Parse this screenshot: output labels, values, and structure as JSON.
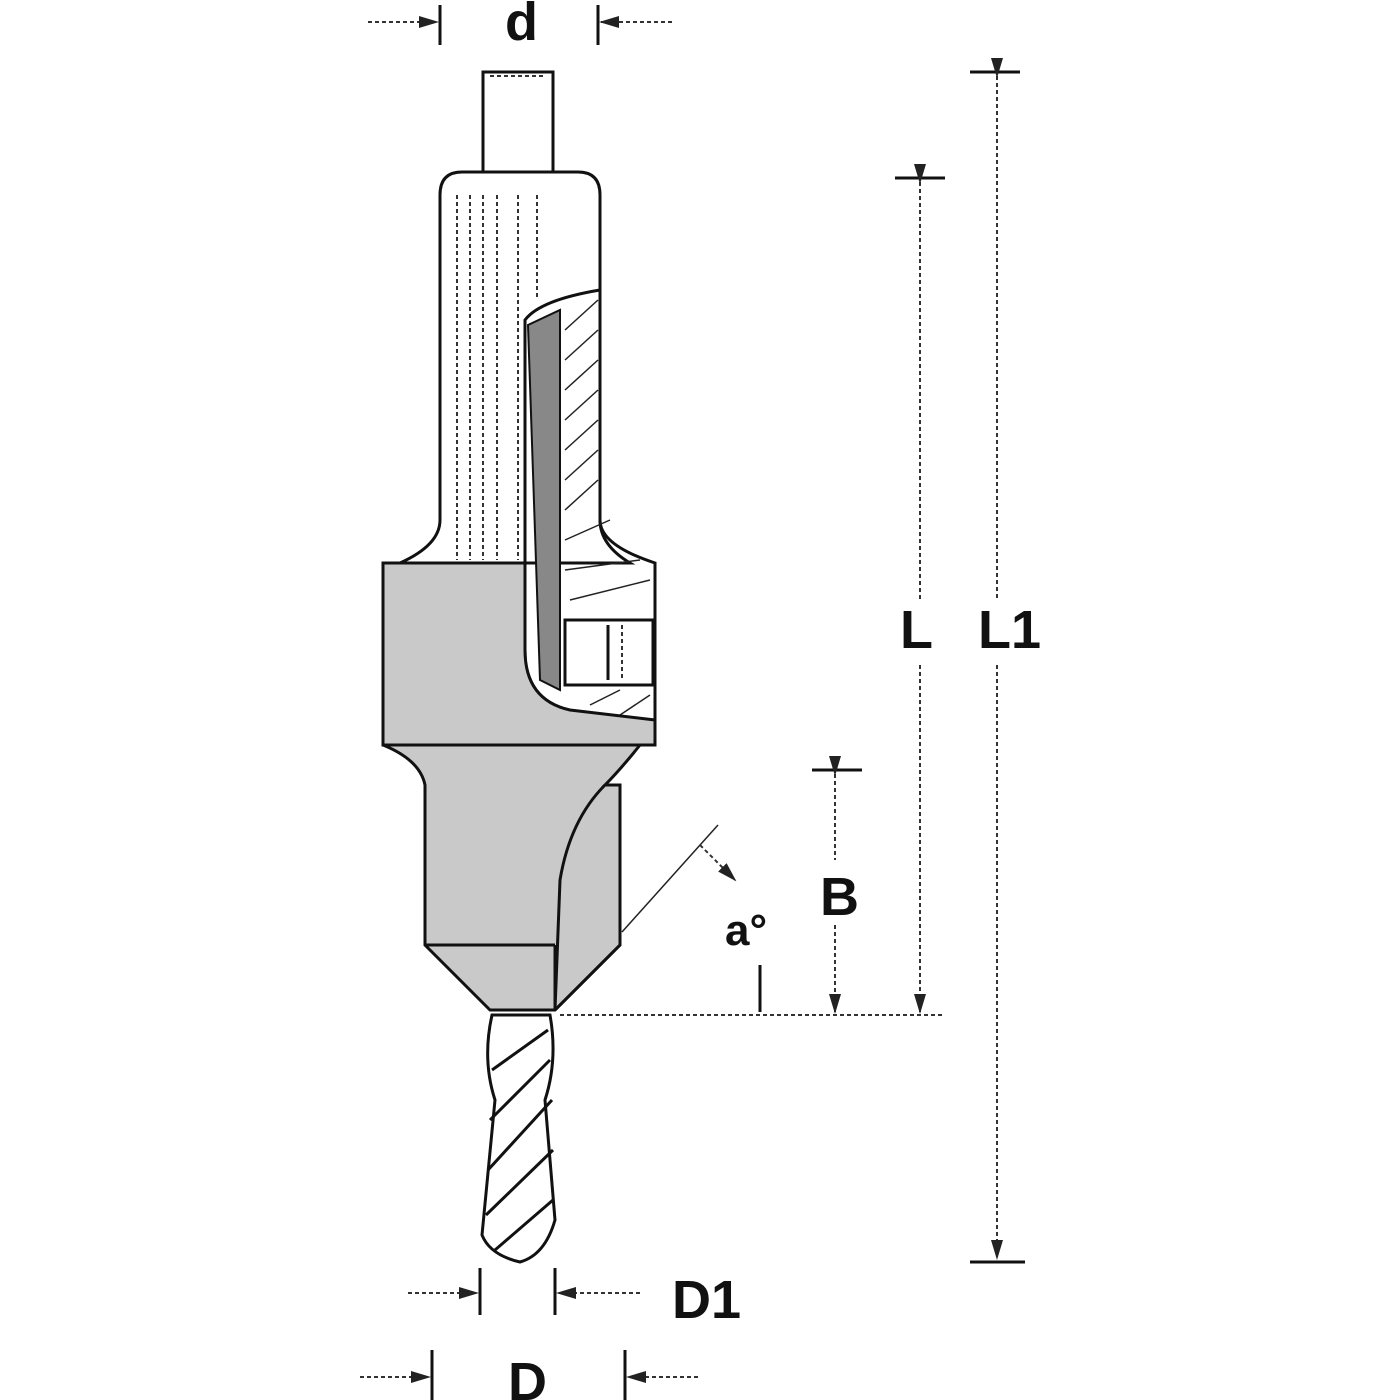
{
  "title": "Countersink drill bit technical drawing",
  "labels": {
    "shank_diameter": "d",
    "length": "L",
    "total_length": "L1",
    "countersink_depth": "B",
    "angle": "a°",
    "drill_diameter": "D1",
    "countersink_diameter": "D"
  },
  "colors": {
    "line": "#111111",
    "body_fill": "#c9c9c9",
    "background": "#ffffff"
  }
}
